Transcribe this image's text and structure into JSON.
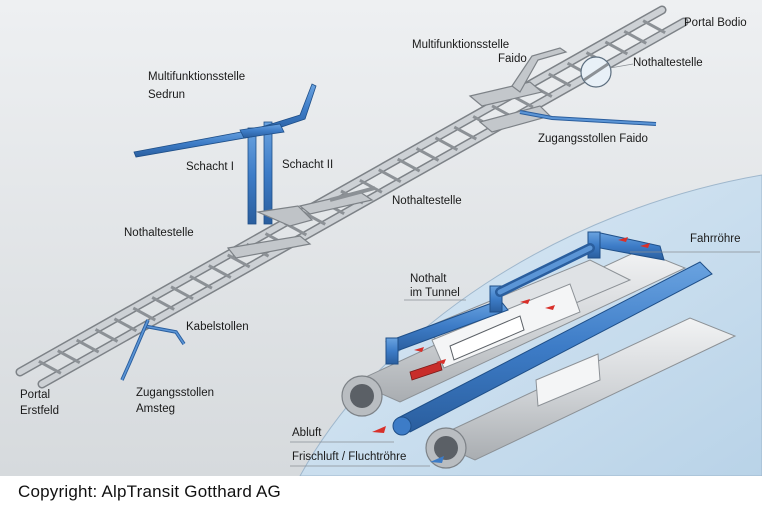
{
  "colors": {
    "background_top": "#e9ecee",
    "background_bottom": "#d9dde0",
    "inset_sky": "#cfe3f2",
    "tunnel_gray": "#c8ccd0",
    "ventilation_blue": "#3d7cc7",
    "arrow_red": "#d8302a"
  },
  "labels": {
    "portal_bodio": "Portal Bodio",
    "mfs_faido_1": "Multifunktionsstelle",
    "mfs_faido_2": "Faido",
    "nothalt_top": "Nothaltestelle",
    "zugang_faido": "Zugangsstollen Faido",
    "mfs_sedrun_1": "Multifunktionsstelle",
    "mfs_sedrun_2": "Sedrun",
    "schacht_1": "Schacht I",
    "schacht_2": "Schacht II",
    "nothalt_mid": "Nothaltestelle",
    "nothalt_left": "Nothaltestelle",
    "kabelstollen": "Kabelstollen",
    "zugang_amsteg_1": "Zugangsstollen",
    "zugang_amsteg_2": "Amsteg",
    "portal_erstfeld_1": "Portal",
    "portal_erstfeld_2": "Erstfeld",
    "fahrroehre": "Fahrröhre",
    "nothalt_tunnel_1": "Nothalt",
    "nothalt_tunnel_2": "im Tunnel",
    "abluft": "Abluft",
    "frischluft": "Frischluft / Fluchtröhre"
  },
  "copyright": "Copyright: AlpTransit Gotthard AG"
}
